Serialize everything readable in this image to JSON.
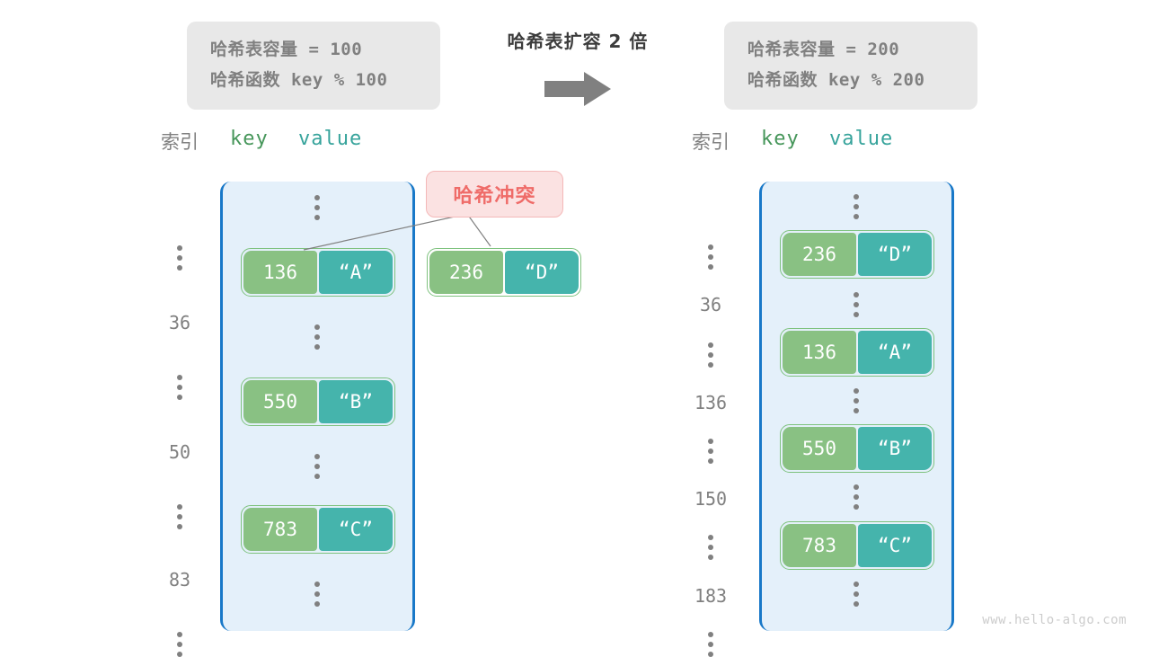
{
  "title": "哈希表扩容 2 倍",
  "colors": {
    "key_cell": "#89c183",
    "value_cell": "#45b4ac",
    "bucket_fill": "#e4f0fa",
    "bucket_border": "#1878c8",
    "collision_text": "#ef6b68",
    "collision_fill": "#fbe2e2",
    "info_box_fill": "#e8e8e8",
    "arrow": "#808080"
  },
  "info_left": {
    "capacity_line": "哈希表容量 = 100",
    "function_line": "哈希函数 key % 100"
  },
  "info_right": {
    "capacity_line": "哈希表容量 = 200",
    "function_line": "哈希函数 key % 200"
  },
  "header": {
    "index": "索引",
    "key": "key",
    "value": "value"
  },
  "collision": {
    "label": "哈希冲突"
  },
  "collide_pair": {
    "key": "236",
    "value": "“D”"
  },
  "left_table": {
    "rows": [
      {
        "index": "⋮",
        "type": "dots"
      },
      {
        "index": "36",
        "type": "pair",
        "key": "136",
        "value": "“A”"
      },
      {
        "index": "⋮",
        "type": "dots"
      },
      {
        "index": "50",
        "type": "pair",
        "key": "550",
        "value": "“B”"
      },
      {
        "index": "⋮",
        "type": "dots"
      },
      {
        "index": "83",
        "type": "pair",
        "key": "783",
        "value": "“C”"
      },
      {
        "index": "⋮",
        "type": "dots"
      }
    ]
  },
  "right_table": {
    "rows": [
      {
        "index": "⋮",
        "type": "dots"
      },
      {
        "index": "36",
        "type": "pair",
        "key": "236",
        "value": "“D”"
      },
      {
        "index": "⋮",
        "type": "dots"
      },
      {
        "index": "136",
        "type": "pair",
        "key": "136",
        "value": "“A”"
      },
      {
        "index": "⋮",
        "type": "dots"
      },
      {
        "index": "150",
        "type": "pair",
        "key": "550",
        "value": "“B”"
      },
      {
        "index": "⋮",
        "type": "dots"
      },
      {
        "index": "183",
        "type": "pair",
        "key": "783",
        "value": "“C”"
      },
      {
        "index": "⋮",
        "type": "dots"
      }
    ]
  },
  "watermark": "www.hello-algo.com"
}
